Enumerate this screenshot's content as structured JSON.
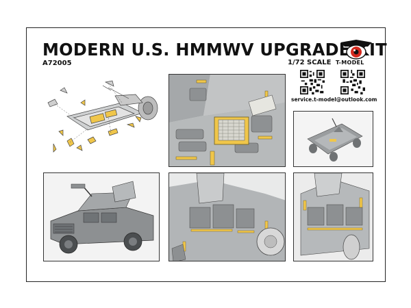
{
  "header": {
    "title": "MODERN U.S. HMMWV UPGRADE KIT",
    "code": "A72005",
    "scale": "1/72 SCALE"
  },
  "brand": {
    "logo_text": "T-MODEL",
    "email": "service.t-model@outlook.com",
    "accent": "#d42a1f"
  },
  "colors": {
    "etch_brass": "#f0c64a",
    "model_gray": "#8a8d8f",
    "frame": "#222222"
  },
  "icons": [
    "brand-eye-icon",
    "qr-code-icon"
  ]
}
